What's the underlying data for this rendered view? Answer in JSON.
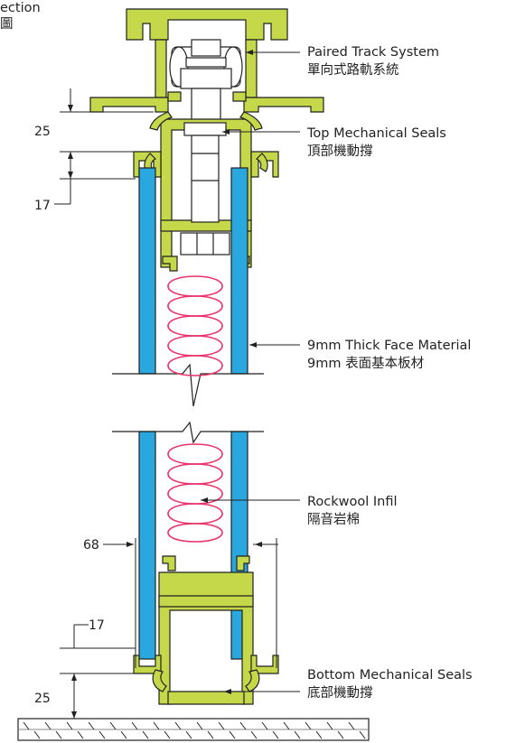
{
  "header": {
    "line1": "ection",
    "line2": "圖"
  },
  "callouts": [
    {
      "en": "Paired Track System",
      "zh": "單向式路軌系統"
    },
    {
      "en": "Top Mechanical Seals",
      "zh": "頂部機動撐"
    },
    {
      "en": "9mm Thick Face Material",
      "zh": "9mm 表面基本板材"
    },
    {
      "en": "Rockwool Infil",
      "zh": "隔音岩棉"
    },
    {
      "en": "Bottom Mechanical Seals",
      "zh": "底部機動撐"
    }
  ],
  "dimensions": {
    "top_gap": "25",
    "top_seal": "17",
    "panel_width": "68",
    "bottom_seal": "17",
    "bottom_gap": "25"
  },
  "colors": {
    "aluminium": "#c5d84a",
    "panel": "#2aa7df",
    "rockwool": "#e8336b",
    "line": "#222222",
    "floor": "#888888"
  }
}
